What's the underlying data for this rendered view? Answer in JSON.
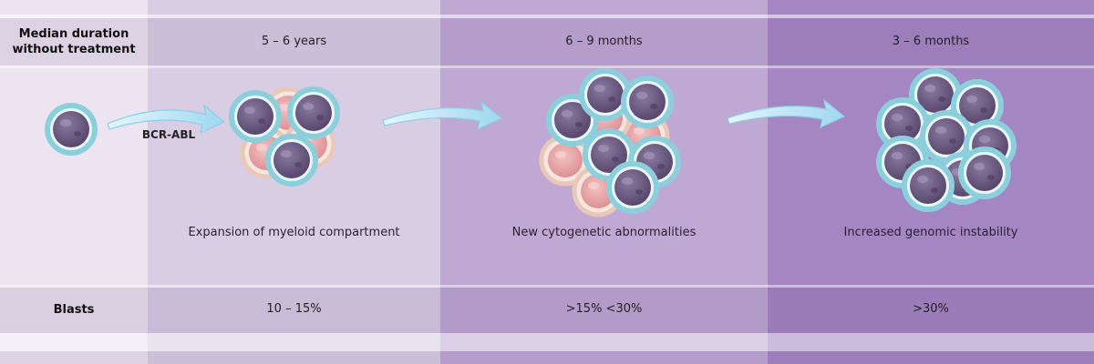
{
  "rows": {
    "duration_label_line1": "Median duration",
    "duration_label_line2": "without treatment",
    "blasts_label": "Blasts"
  },
  "phases": [
    {
      "duration": "5 – 6 years",
      "caption": "Expansion of myeloid compartment",
      "blasts": "10 – 15%"
    },
    {
      "duration": "6 – 9 months",
      "caption": "New cytogenetic abnormalities",
      "blasts": ">15% <30%"
    },
    {
      "duration": "3 – 6 months",
      "caption": "Increased genomic instability",
      "blasts": ">30%"
    }
  ],
  "arrow_label": "BCR-ABL",
  "colors": {
    "col0": "#ece4f0",
    "col1": "#d8cce2",
    "col2": "#bca6d2",
    "col3": "#9e80be",
    "blast_cell": "#6f5c86",
    "red_cell": "#e2a6a8",
    "cyan_border": "#8fd0dd",
    "arrow": "#b7e3f3"
  }
}
